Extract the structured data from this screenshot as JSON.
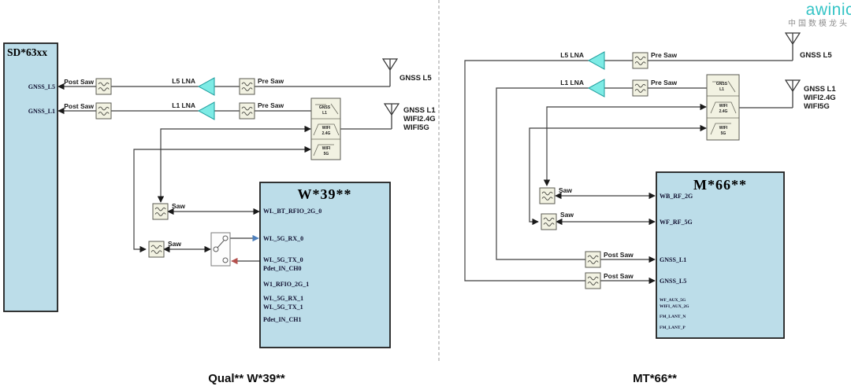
{
  "brand": {
    "name": "awinic",
    "tagline": "中国数模龙头"
  },
  "colors": {
    "chip_fill": "#bcdde9",
    "filter_fill": "#f2f2e2",
    "lna_fill": "#7debe5",
    "wire": "#3f3f3f",
    "rx_blue": "#4f81bd",
    "tx_red": "#b4504d",
    "brand": "#35c4c6",
    "tagline_gray": "#8f8f8f"
  },
  "left": {
    "caption": "Qual** W*39**",
    "soc": {
      "title": "SD*63xx",
      "ports": [
        "GNSS_L5",
        "GNSS_L1"
      ]
    },
    "post_saw": [
      "Post Saw",
      "Post Saw"
    ],
    "pre_saw": [
      "Pre Saw",
      "Pre Saw"
    ],
    "lna": [
      "L5 LNA",
      "L1 LNA"
    ],
    "saw": [
      "Saw",
      "Saw"
    ],
    "ant1_label": "GNSS L5",
    "ant2_labels": [
      "GNSS L1",
      "WIFI2.4G",
      "WIFI5G"
    ],
    "triplexer": [
      {
        "a": "GNSS",
        "b": "L1"
      },
      {
        "a": "WIFI",
        "b": "2.4G"
      },
      {
        "a": "WIFI",
        "b": "5G"
      }
    ],
    "wifi": {
      "title": "W*39**",
      "ports": [
        "WL_BT_RFIO_2G_0",
        "WL_5G_RX_0",
        "WL_5G_TX_0",
        "Pdet_IN_CH0",
        "W1_RFIO_2G_1",
        "WL_5G_RX_1",
        "WL_5G_TX_1",
        "Pdet_IN_CH1"
      ]
    }
  },
  "right": {
    "caption": "MT*66**",
    "pre_saw": [
      "Pre Saw",
      "Pre Saw"
    ],
    "post_saw": [
      "Post Saw",
      "Post Saw"
    ],
    "lna": [
      "L5 LNA",
      "L1 LNA"
    ],
    "saw": [
      "Saw",
      "Saw"
    ],
    "ant1_label": "GNSS L5",
    "ant2_labels": [
      "GNSS L1",
      "WIFI2.4G",
      "WIFI5G"
    ],
    "triplexer": [
      {
        "a": "GNSS",
        "b": "L1"
      },
      {
        "a": "WIFI",
        "b": "2.4G"
      },
      {
        "a": "WIFI",
        "b": "5G"
      }
    ],
    "mt": {
      "title": "M*66**",
      "ports": [
        "WB_RF_2G",
        "WF_RF_5G",
        "GNSS_L1",
        "GNSS_L5"
      ],
      "aux_ports": [
        "WF_AUX_5G",
        "WIFI_AUX_2G",
        "FM_LANT_N",
        "FM_LANT_P"
      ]
    }
  }
}
